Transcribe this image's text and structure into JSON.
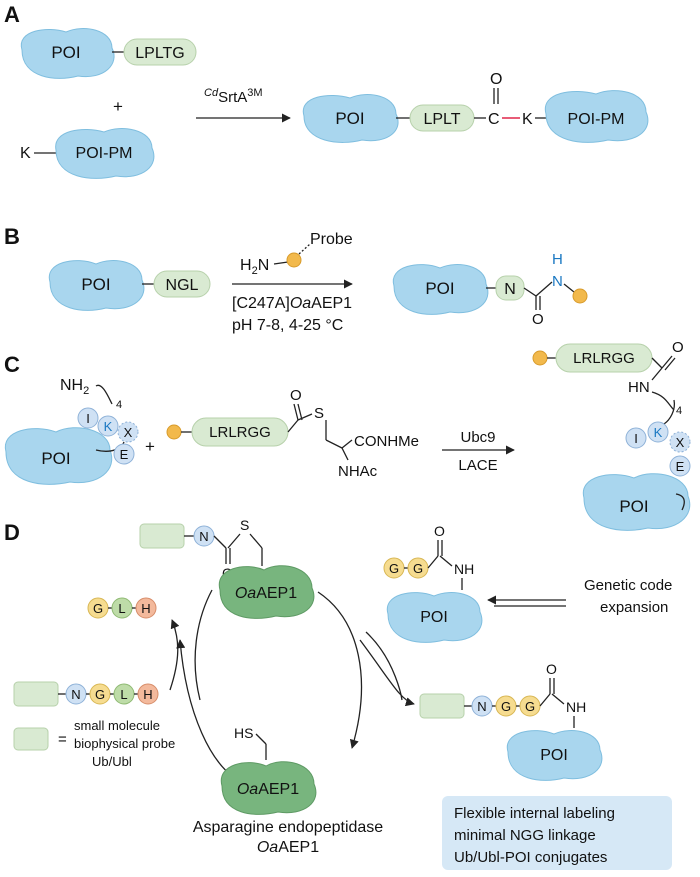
{
  "panel_a": {
    "letter": "A",
    "poi": "POI",
    "lpltg": "LPLTG",
    "plus": "+",
    "k": "K",
    "poi_pm": "POI-PM",
    "enzyme_sup": "Cd",
    "enzyme_main": "SrtA",
    "enzyme_3m": "3M",
    "product_poi": "POI",
    "lplt": "LPLT",
    "carbon": "C",
    "oxygen": "O",
    "product_k": "K",
    "product_poi_pm": "POI-PM"
  },
  "panel_b": {
    "letter": "B",
    "poi": "POI",
    "ngl": "NGL",
    "h2n_h": "H",
    "h2n_sub": "2",
    "h2n_n": "N",
    "probe": "Probe",
    "enzyme_pre": "[C247A]",
    "enzyme_oa": "Oa",
    "enzyme_post": "AEP1",
    "conditions": "pH 7-8, 4-25 °C",
    "product_poi": "POI",
    "n": "N",
    "h": "H",
    "n_blue": "N",
    "o": "O"
  },
  "panel_c": {
    "letter": "C",
    "nh2": "NH",
    "nh2_sub": "2",
    "sub4": "4",
    "i": "I",
    "k": "K",
    "x": "X",
    "e": "E",
    "poi": "POI",
    "plus": "+",
    "lrlrgg": "LRLRGG",
    "o": "O",
    "s": "S",
    "conhme": "CONHMe",
    "nhac": "NHAc",
    "ubc9": "Ubc9",
    "lace": "LACE",
    "product_lrlrgg": "LRLRGG",
    "product_o": "O",
    "product_hn": "HN",
    "product_sub4": "4",
    "product_i": "I",
    "product_k": "K",
    "product_x": "X",
    "product_e": "E",
    "product_poi": "POI"
  },
  "panel_d": {
    "letter": "D",
    "top_n": "N",
    "top_s": "S",
    "top_o": "O",
    "top_enzyme_oa": "Oa",
    "top_enzyme_aep": "AEP1",
    "bottom_hs": "HS",
    "bottom_enzyme_oa": "Oa",
    "bottom_enzyme_aep": "AEP1",
    "glh_g": "G",
    "glh_l": "L",
    "glh_h": "H",
    "sub_n": "N",
    "sub_g": "G",
    "sub_l": "L",
    "sub_h": "H",
    "legend_eq": "=",
    "legend_line1": "small molecule",
    "legend_line2": "biophysical probe",
    "legend_line3": "Ub/Ubl",
    "gg_g1": "G",
    "gg_g2": "G",
    "gg_o": "O",
    "gg_nh": "NH",
    "gg_poi": "POI",
    "gce_line1": "Genetic code",
    "gce_line2": "expansion",
    "prod_n": "N",
    "prod_g1": "G",
    "prod_g2": "G",
    "prod_o": "O",
    "prod_nh": "NH",
    "prod_poi": "POI",
    "caption_line1": "Asparagine endopeptidase",
    "caption_oa": "Oa",
    "caption_aep": "AEP1",
    "box_line1": "Flexible internal labeling",
    "box_line2": "minimal NGG linkage",
    "box_line3": "Ub/Ubl-POI conjugates"
  },
  "colors": {
    "protein": "#a9d6ee",
    "enzyme": "#78b57e",
    "peptide_pill": "#d9ead2",
    "probe": "#f2b94c",
    "lysine_blue": "#1a78c2",
    "highlight_bond": "#e0264a",
    "summary_box": "#d6e8f6"
  }
}
